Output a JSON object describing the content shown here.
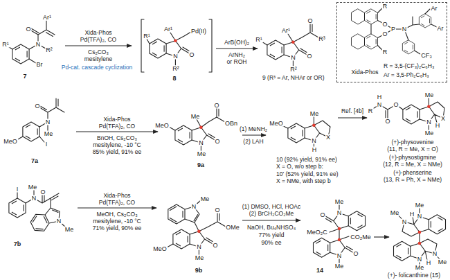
{
  "diagram": {
    "nodes": [
      {
        "text": [
          "Xida-Phos",
          "R = 3,5-(CF₃)₂C₆H₃",
          "Ar = 3,5-Ph₂C₆H₃"
        ]
      }
    ],
    "labels": [
      "Ar¹",
      "O",
      "N",
      "R²",
      "Br",
      "R¹",
      "7",
      "Xida-Phos",
      "Pd(TFA)₂, CO",
      "Cs₂CO₃",
      "mesitylene",
      "Pd-cat. cascade cyclization",
      "Ar¹",
      "Pd(II)",
      "O",
      "N",
      "R²",
      "R¹",
      "8",
      "ArB(OH)₂",
      "ArNH₂",
      "or ROH",
      "Ar¹",
      "O",
      "R³",
      "O",
      "N",
      "R²",
      "R¹",
      "9 (R³ = Ar, NHAr or OR)",
      "R",
      "O",
      "O",
      "R",
      "P",
      "N",
      "Ar",
      "Ar",
      "CF₃",
      "MeO",
      "O",
      "N",
      "Me",
      "I",
      "7a",
      "Xida-Phos",
      "Pd(TFA)₂, CO",
      "BnOH, Cs₂CO₃",
      "mesitylene, -10 °C",
      "85% yield, 91% ee",
      "MeO",
      "Me",
      "O",
      "OBn",
      "O",
      "N",
      "Me",
      "9a",
      "(1) MeNH₂",
      "(2) LAH",
      "MeO",
      "Me",
      "X",
      "N",
      "H",
      "10 (92% yield, 91% ee)",
      "X = O, w/o step b:",
      "10' (52% yield, 91% ee)",
      "X = NMe, with step b",
      "Ref. [4b]",
      "R",
      "N",
      "H",
      "O",
      "O",
      "Me",
      "X",
      "N",
      "H",
      "Me",
      "(+)-physovenine",
      "(11, R = Me, X = O)",
      "(+)-physostigmine",
      "(12, R = Me, X = NMe)",
      "(+)-phenserine",
      "(13, R = Ph, X = NMe)",
      "I",
      "Me",
      "N",
      "O",
      "N",
      "Me",
      "7b",
      "Xida-Phos",
      "Pd(TFA)₂, CO",
      "MeOH, Cs₂CO₃",
      "mesitylene, -10 °C",
      "71% yield, 90% ee",
      "N",
      "Me",
      "MeO",
      "O",
      "OMe",
      "O",
      "N",
      "Me",
      "9b",
      "(1) DMSO, HCl, HOAc",
      "(2) BrCH₂CO₂Me",
      "NaOH, Bu₄NHSO₄",
      "77% yield",
      "90% ee",
      "Me",
      "N",
      "O",
      "MeO₂C",
      "CO₂Me",
      "O",
      "N",
      "Me",
      "14",
      "Me",
      "N",
      "H",
      "Me",
      "N",
      "N",
      "Me",
      "H",
      "N",
      "Me",
      "(+)- folicanthine (15)"
    ]
  }
}
